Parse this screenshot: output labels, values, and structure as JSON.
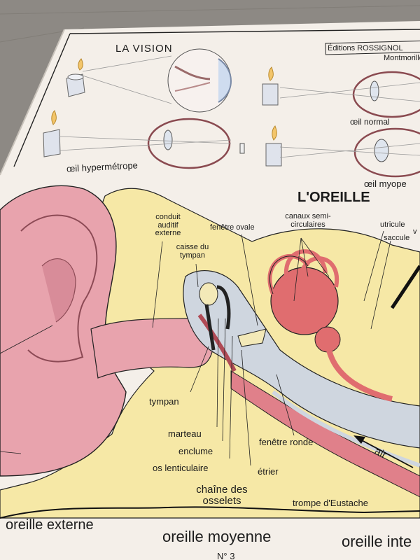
{
  "vision": {
    "title": "LA VISION",
    "publisher": "Éditions ROSSIGNOL",
    "publisher_city": "Montmorillon (Vie",
    "captions": {
      "hyperopic": "œil hypermétrope",
      "normal": "œil normal",
      "myopic": "œil myope"
    }
  },
  "ear": {
    "title": "L'OREILLE",
    "labels": {
      "conduit": "conduit auditif externe",
      "caisse": "caisse du tympan",
      "fenetre_ovale": "fenêtre ovale",
      "canaux": "canaux semi-circulaires",
      "utricule": "utricule",
      "saccule": "saccule",
      "v_fragment": "v",
      "tympan": "tympan",
      "marteau": "marteau",
      "enclume": "enclume",
      "os_lenticulaire": "os lenticulaire",
      "etrier": "étrier",
      "fenetre_ronde": "fenêtre ronde",
      "air": "air",
      "chaine": "chaîne des osselets",
      "trompe": "trompe d'Eustache"
    },
    "sections": {
      "externe": "oreille externe",
      "moyenne": "oreille moyenne",
      "interne": "oreille inte"
    },
    "plate_number": "N° 3"
  },
  "colors": {
    "floor": "#8d8984",
    "paper": "#f4efe9",
    "skin": "#e8a3ad",
    "bone": "#f6e8a6",
    "cavity": "#cfd6df",
    "inner_ear": "#e06d6f",
    "outline": "#1c1c1c"
  }
}
